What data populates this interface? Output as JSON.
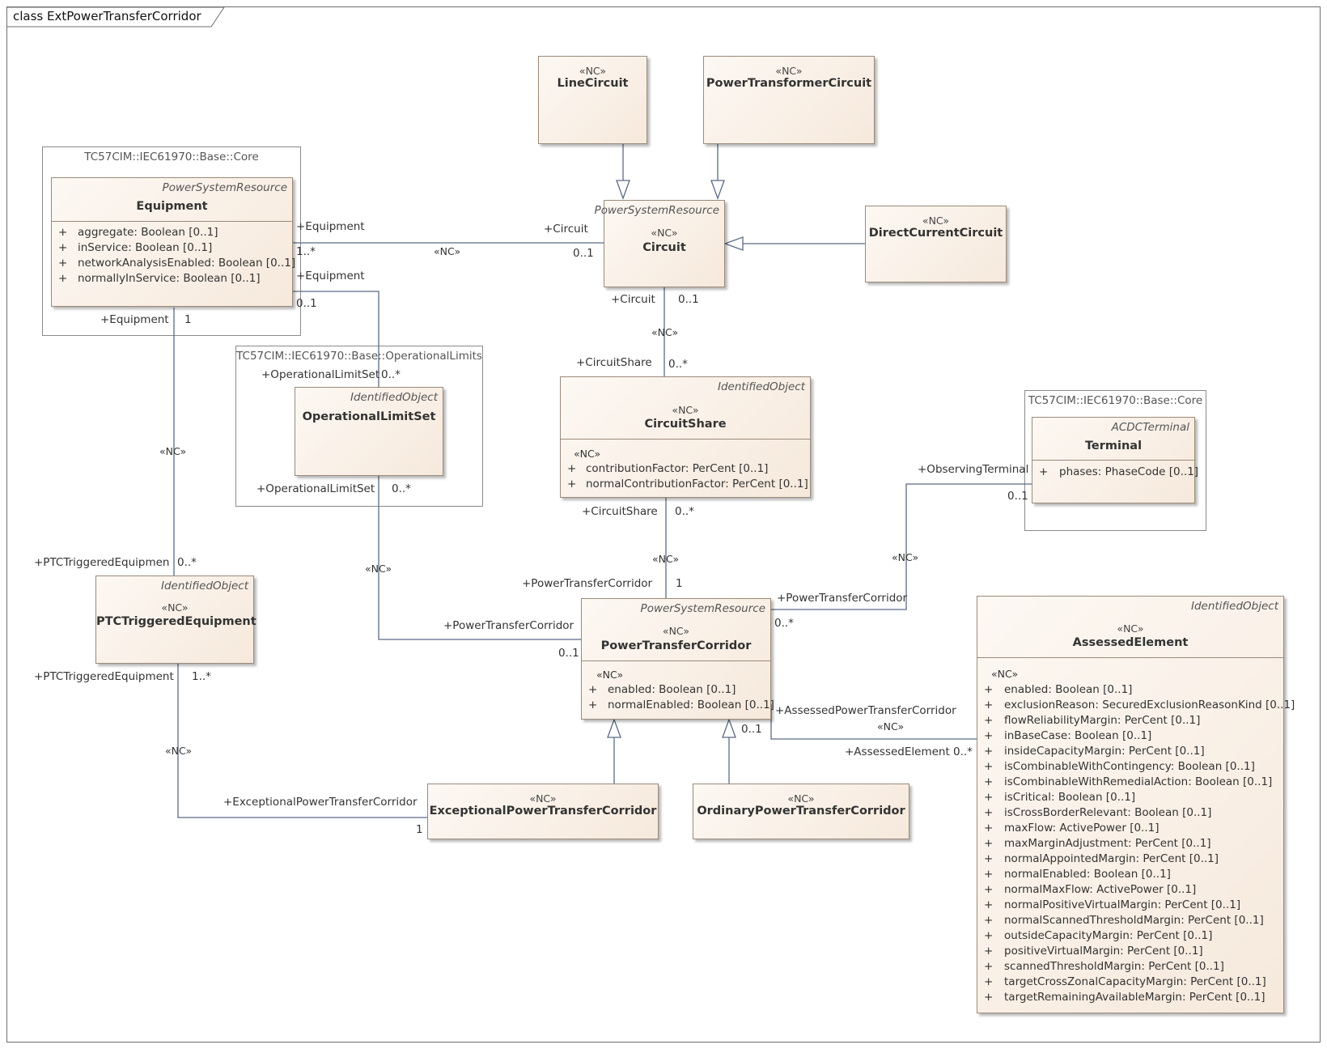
{
  "frame": {
    "title": "class ExtPowerTransferCorridor"
  },
  "packages": {
    "core_top": "TC57CIM::IEC61970::Base::Core",
    "operational_limits": "TC57CIM::IEC61970::Base::OperationalLimits",
    "core_right": "TC57CIM::IEC61970::Base::Core"
  },
  "classes": {
    "line_circuit": {
      "stereotype": "«NC»",
      "name": "LineCircuit"
    },
    "power_transformer_circuit": {
      "stereotype": "«NC»",
      "name": "PowerTransformerCircuit"
    },
    "equipment": {
      "parent": "PowerSystemResource",
      "name": "Equipment",
      "attributes": [
        "aggregate: Boolean [0..1]",
        "inService: Boolean [0..1]",
        "networkAnalysisEnabled: Boolean [0..1]",
        "normallyInService: Boolean [0..1]"
      ]
    },
    "circuit": {
      "parent": "PowerSystemResource",
      "stereotype": "«NC»",
      "name": "Circuit"
    },
    "direct_current_circuit": {
      "stereotype": "«NC»",
      "name": "DirectCurrentCircuit"
    },
    "operational_limit_set": {
      "parent": "IdentifiedObject",
      "name": "OperationalLimitSet"
    },
    "circuit_share": {
      "parent": "IdentifiedObject",
      "stereotype": "«NC»",
      "name": "CircuitShare",
      "attr_stereotype": "«NC»",
      "attributes": [
        "contributionFactor: PerCent [0..1]",
        "normalContributionFactor: PerCent [0..1]"
      ]
    },
    "terminal": {
      "parent": "ACDCTerminal",
      "name": "Terminal",
      "attributes": [
        "phases: PhaseCode [0..1]"
      ]
    },
    "ptc_triggered_equipment": {
      "parent": "IdentifiedObject",
      "stereotype": "«NC»",
      "name": "PTCTriggeredEquipment"
    },
    "power_transfer_corridor": {
      "parent": "PowerSystemResource",
      "stereotype": "«NC»",
      "name": "PowerTransferCorridor",
      "attr_stereotype": "«NC»",
      "attributes": [
        "enabled: Boolean [0..1]",
        "normalEnabled: Boolean [0..1]"
      ]
    },
    "assessed_element": {
      "parent": "IdentifiedObject",
      "stereotype": "«NC»",
      "name": "AssessedElement",
      "attr_stereotype": "«NC»",
      "attributes": [
        "enabled: Boolean [0..1]",
        "exclusionReason: SecuredExclusionReasonKind [0..1]",
        "flowReliabilityMargin: PerCent [0..1]",
        "inBaseCase: Boolean [0..1]",
        "insideCapacityMargin: PerCent [0..1]",
        "isCombinableWithContingency: Boolean [0..1]",
        "isCombinableWithRemedialAction: Boolean [0..1]",
        "isCritical: Boolean [0..1]",
        "isCrossBorderRelevant: Boolean [0..1]",
        "maxFlow: ActivePower [0..1]",
        "maxMarginAdjustment: PerCent [0..1]",
        "normalAppointedMargin: PerCent [0..1]",
        "normalEnabled: Boolean [0..1]",
        "normalMaxFlow: ActivePower [0..1]",
        "normalPositiveVirtualMargin: PerCent [0..1]",
        "normalScannedThresholdMargin: PerCent [0..1]",
        "outsideCapacityMargin: PerCent [0..1]",
        "positiveVirtualMargin: PerCent [0..1]",
        "scannedThresholdMargin: PerCent [0..1]",
        "targetCrossZonalCapacityMargin: PerCent [0..1]",
        "targetRemainingAvailableMargin: PerCent [0..1]"
      ]
    },
    "exceptional_ptc": {
      "stereotype": "«NC»",
      "name": "ExceptionalPowerTransferCorridor"
    },
    "ordinary_ptc": {
      "stereotype": "«NC»",
      "name": "OrdinaryPowerTransferCorridor"
    }
  },
  "labels": {
    "eq_equipment_1": "+Equipment",
    "eq_mult_1": "1..*",
    "eq_circuit_nc": "«NC»",
    "circuit_role_1": "+Circuit",
    "circuit_mult_1": "0..1",
    "eq_equipment_2": "+Equipment",
    "eq_mult_2": "0..1",
    "eq_equipment_3": "+Equipment",
    "eq_mult_3": "1",
    "ols_role_1": "+OperationalLimitSet",
    "ols_mult_1": "0..*",
    "ols_role_2": "+OperationalLimitSet",
    "ols_mult_2": "0..*",
    "circuit_role_2": "+Circuit",
    "circuit_mult_2": "0..1",
    "circuit_cs_nc": "«NC»",
    "cs_role_1": "+CircuitShare",
    "cs_mult_1": "0..*",
    "cs_role_2": "+CircuitShare",
    "cs_mult_2": "0..*",
    "cs_ptc_nc": "«NC»",
    "ptc_role_1": "+PowerTransferCorridor",
    "ptc_mult_1": "1",
    "ptc_role_2": "+PowerTransferCorridor",
    "ptc_mult_2": "0..1",
    "ols_ptc_nc": "«NC»",
    "eq_ptce_nc": "«NC»",
    "ptce_role_1": "+PTCTriggeredEquipmen",
    "ptce_mult_1": "0..*",
    "ptce_role_2": "+PTCTriggeredEquipment",
    "ptce_mult_2": "1..*",
    "ptce_exc_nc": "«NC»",
    "exc_role": "+ExceptionalPowerTransferCorridor",
    "exc_mult": "1",
    "obs_role": "+ObservingTerminal",
    "obs_mult": "0..1",
    "term_ptc_nc": "«NC»",
    "ptc_role_3": "+PowerTransferCorridor",
    "ptc_mult_3": "0..*",
    "apc_role": "+AssessedPowerTransferCorridor",
    "apc_nc": "«NC»",
    "apc_mult": "0..1",
    "ae_role": "+AssessedElement",
    "ae_mult": "0..*",
    "plus": "+"
  },
  "colors": {
    "class_fill_start": "#fdf8f3",
    "class_fill_end": "#f6e9dc",
    "class_border": "#9b8a7a",
    "line": "#5a6b84"
  }
}
